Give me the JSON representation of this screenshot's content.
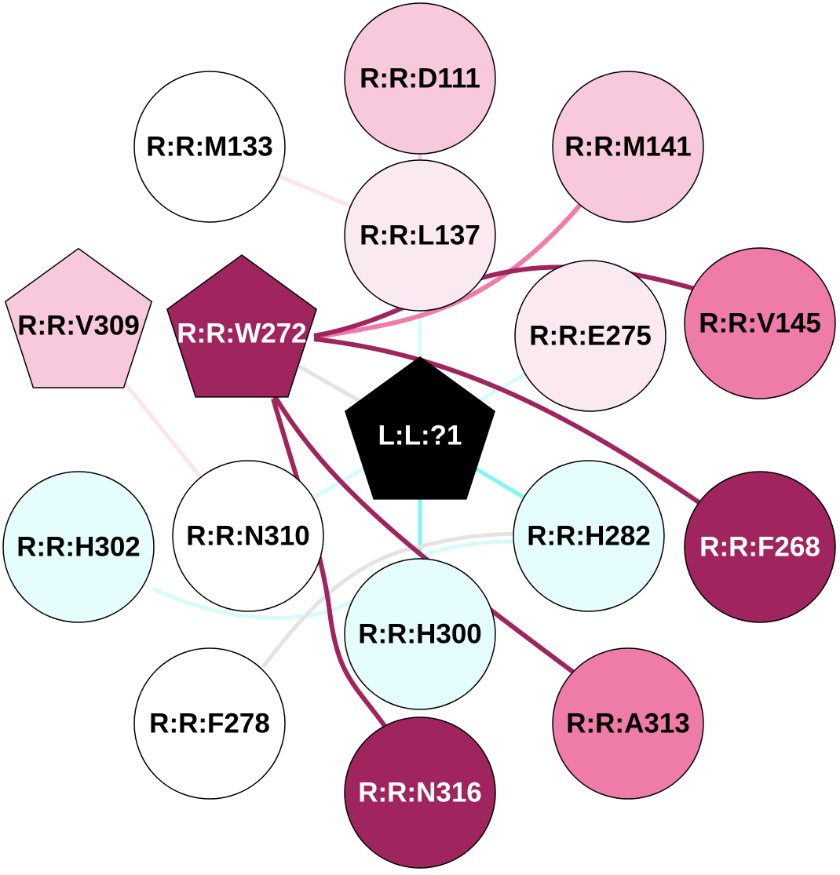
{
  "colors": {
    "dark": "#a0245e",
    "mid": "#ef7ba9",
    "light": "#f8c8dd",
    "pale": "#fbe9f1",
    "white": "#ffffff",
    "cyan": "#e6fdfd",
    "black": "#000000",
    "edge_cyan": "#7ff6f6",
    "edge_cyan_light": "#d6fbfb",
    "edge_grey": "#e3e3e3",
    "edge_pink_pale": "#fbe4ee"
  },
  "nodes": [
    {
      "id": "D111",
      "label": "R:R:D111",
      "shape": "circle",
      "fill": "light",
      "text": "black"
    },
    {
      "id": "M133",
      "label": "R:R:M133",
      "shape": "circle",
      "fill": "white",
      "text": "black"
    },
    {
      "id": "M141",
      "label": "R:R:M141",
      "shape": "circle",
      "fill": "light",
      "text": "black"
    },
    {
      "id": "L137",
      "label": "R:R:L137",
      "shape": "circle",
      "fill": "pale",
      "text": "black"
    },
    {
      "id": "V309",
      "label": "R:R:V309",
      "shape": "pentagon",
      "fill": "light",
      "text": "black"
    },
    {
      "id": "W272",
      "label": "R:R:W272",
      "shape": "pentagon",
      "fill": "dark",
      "text": "white"
    },
    {
      "id": "E275",
      "label": "R:R:E275",
      "shape": "circle",
      "fill": "pale",
      "text": "black"
    },
    {
      "id": "V145",
      "label": "R:R:V145",
      "shape": "circle",
      "fill": "mid",
      "text": "black"
    },
    {
      "id": "L1",
      "label": "L:L:?1",
      "shape": "pentagon",
      "fill": "black",
      "text": "white"
    },
    {
      "id": "H302",
      "label": "R:R:H302",
      "shape": "circle",
      "fill": "cyan",
      "text": "black"
    },
    {
      "id": "N310",
      "label": "R:R:N310",
      "shape": "circle",
      "fill": "white",
      "text": "black"
    },
    {
      "id": "H282",
      "label": "R:R:H282",
      "shape": "circle",
      "fill": "cyan",
      "text": "black"
    },
    {
      "id": "F268",
      "label": "R:R:F268",
      "shape": "circle",
      "fill": "dark",
      "text": "white"
    },
    {
      "id": "H300",
      "label": "R:R:H300",
      "shape": "circle",
      "fill": "cyan",
      "text": "black"
    },
    {
      "id": "F278",
      "label": "R:R:F278",
      "shape": "circle",
      "fill": "white",
      "text": "black"
    },
    {
      "id": "A313",
      "label": "R:R:A313",
      "shape": "circle",
      "fill": "mid",
      "text": "black"
    },
    {
      "id": "N316",
      "label": "R:R:N316",
      "shape": "circle",
      "fill": "dark",
      "text": "white"
    }
  ],
  "edges": [
    {
      "source": "D111",
      "target": "L137",
      "color": "light",
      "weight": "thin"
    },
    {
      "source": "M133",
      "target": "L137",
      "color": "edge_pink_pale",
      "weight": "thin"
    },
    {
      "source": "V309",
      "target": "N310",
      "color": "edge_pink_pale",
      "weight": "thin"
    },
    {
      "source": "L1",
      "target": "L137",
      "color": "edge_cyan_light",
      "weight": "thin"
    },
    {
      "source": "L1",
      "target": "E275",
      "color": "edge_cyan_light",
      "weight": "thin"
    },
    {
      "source": "L1",
      "target": "H282",
      "color": "edge_cyan",
      "weight": "thin"
    },
    {
      "source": "L1",
      "target": "H300",
      "color": "edge_cyan",
      "weight": "thin"
    },
    {
      "source": "L1",
      "target": "N310",
      "color": "edge_cyan_light",
      "weight": "thin"
    },
    {
      "source": "W272",
      "target": "L1",
      "color": "edge_grey",
      "weight": "thin"
    },
    {
      "source": "H302",
      "target": "H282",
      "color": "edge_cyan_light",
      "weight": "thin"
    },
    {
      "source": "F278",
      "target": "H282",
      "color": "edge_grey",
      "weight": "thin"
    },
    {
      "source": "W272",
      "target": "M141",
      "color": "mid",
      "weight": "thick"
    },
    {
      "source": "W272",
      "target": "V145",
      "color": "dark",
      "weight": "thick"
    },
    {
      "source": "W272",
      "target": "F268",
      "color": "dark",
      "weight": "thick"
    },
    {
      "source": "W272",
      "target": "A313",
      "color": "dark",
      "weight": "thick"
    },
    {
      "source": "W272",
      "target": "N316",
      "color": "dark",
      "weight": "thick"
    }
  ]
}
